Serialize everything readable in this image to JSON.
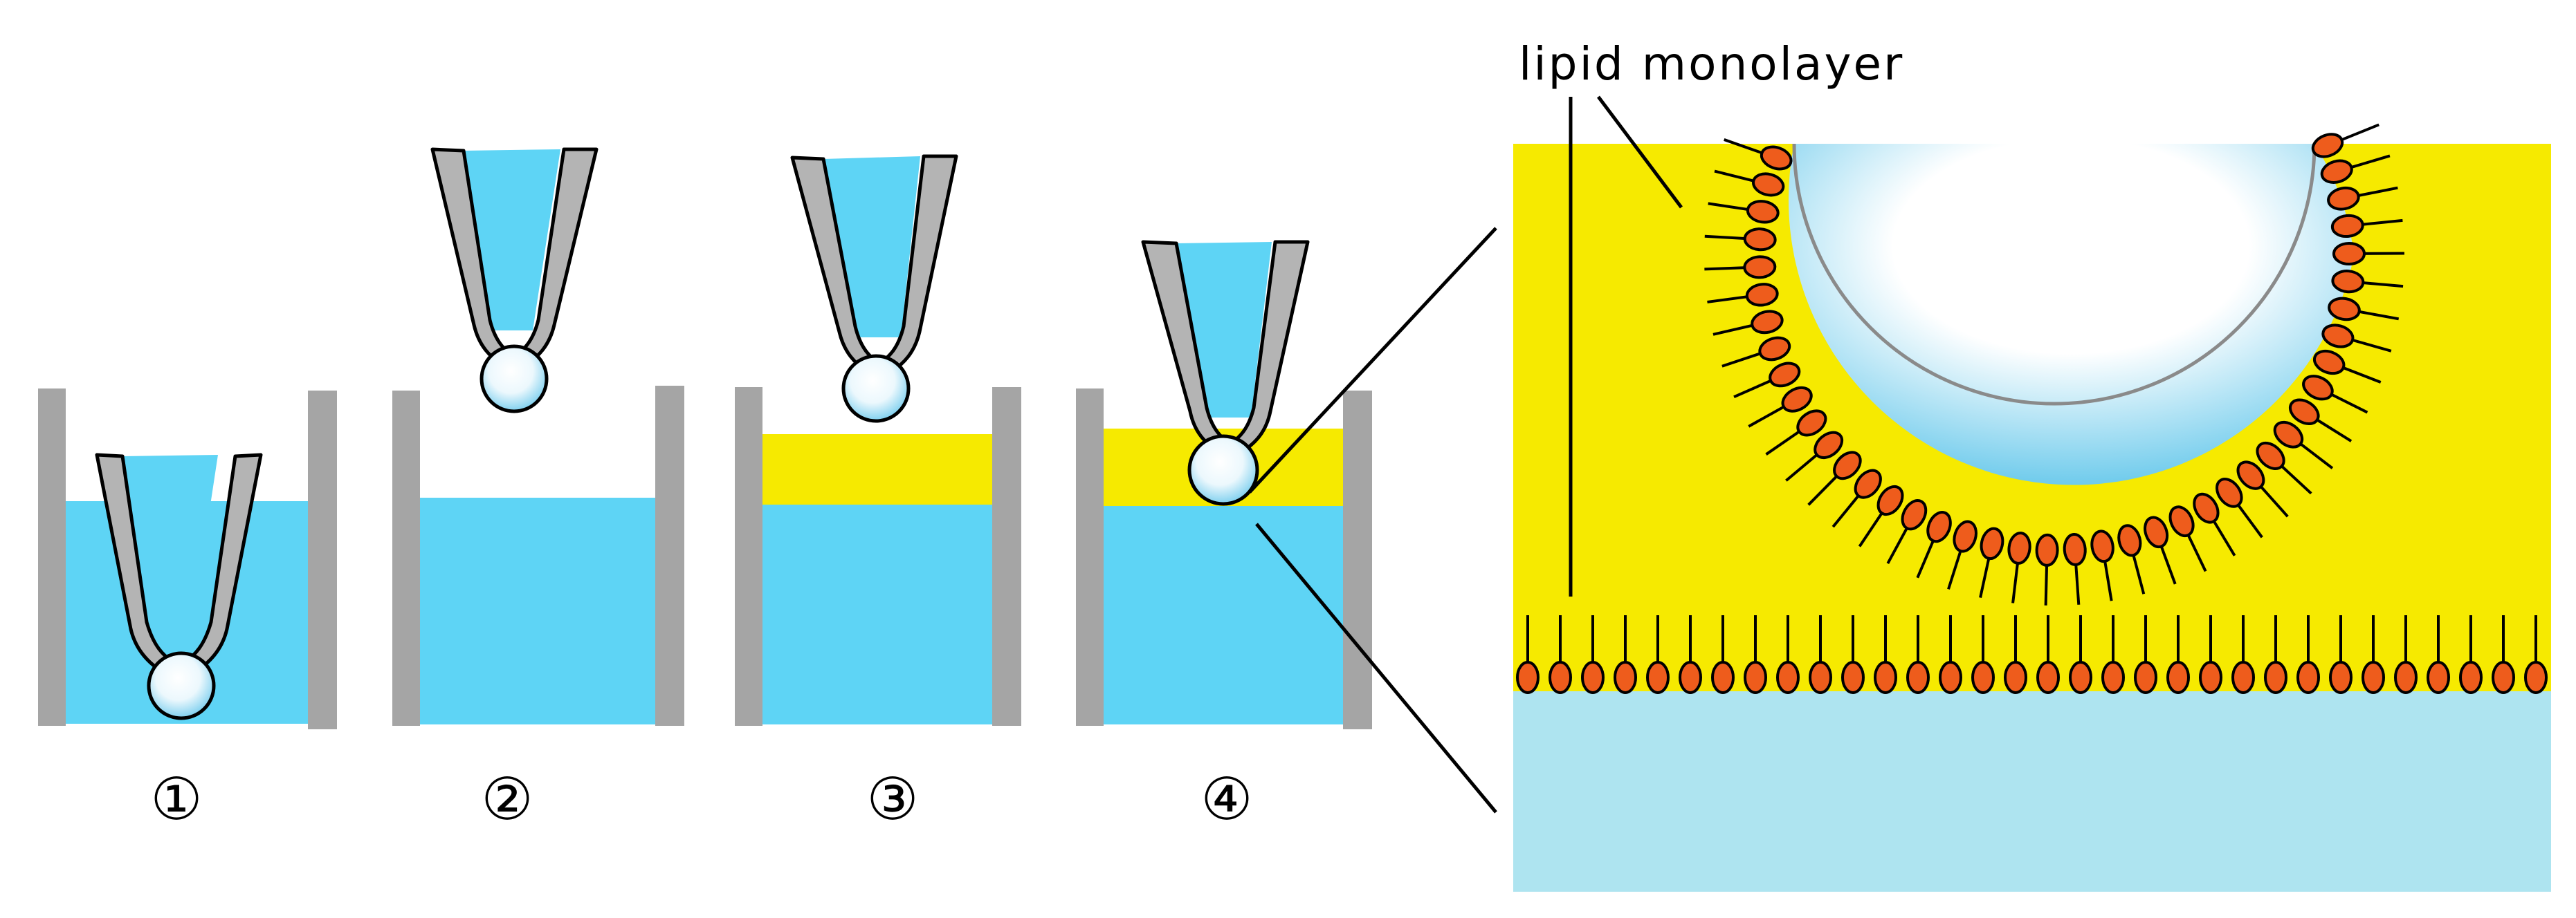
{
  "title_label": "lipid monolayer",
  "steps": [
    {
      "label": "①"
    },
    {
      "label": "②"
    },
    {
      "label": "③"
    },
    {
      "label": "④"
    }
  ],
  "colors": {
    "water": "#5ed4f5",
    "oil": "#f6ea00",
    "container_wall": "#a5a5a5",
    "pipette": "#b4b4b4",
    "droplet": "#d8eefa",
    "lipid_head": "#ee5c1c",
    "lower_water": "#aee4f0",
    "outline": "#000000"
  }
}
